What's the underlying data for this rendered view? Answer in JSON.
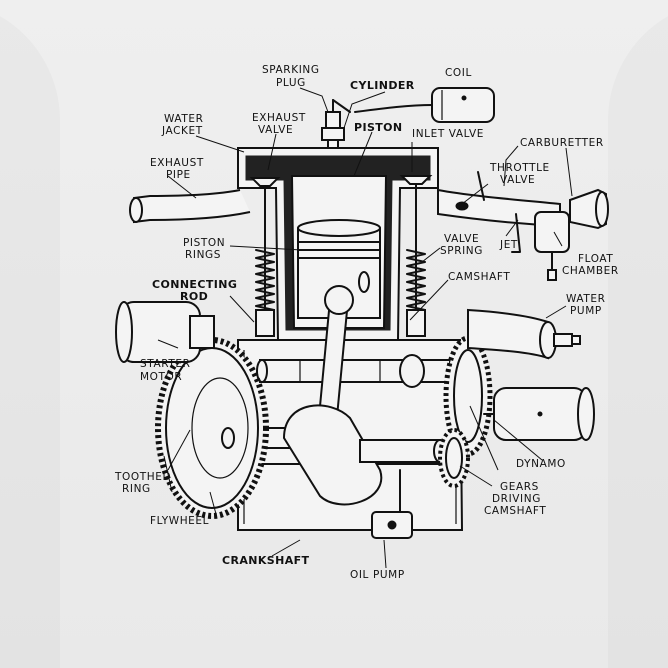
{
  "labels": {
    "sparking_plug": [
      "SPARKING",
      "PLUG"
    ],
    "cylinder": "CYLINDER",
    "coil": "COIL",
    "water_jacket": [
      "WATER",
      "JACKET"
    ],
    "exhaust_valve": [
      "EXHAUST",
      "VALVE"
    ],
    "piston": "PISTON",
    "inlet_valve": "INLET  VALVE",
    "carburetter": "CARBURETTER",
    "exhaust_pipe": [
      "EXHAUST",
      "PIPE"
    ],
    "throttle_valve": [
      "THROTTLE",
      "VALVE"
    ],
    "piston_rings": [
      "PISTON",
      "RINGS"
    ],
    "valve_spring": [
      "VALVE",
      "SPRING"
    ],
    "jet": "JET",
    "float_chamber": [
      "FLOAT",
      "CHAMBER"
    ],
    "connecting_rod": [
      "CONNECTING",
      "ROD"
    ],
    "camshaft": "CAMSHAFT",
    "water_pump": [
      "WATER",
      "PUMP"
    ],
    "starter_motor": [
      "STARTER",
      "MOTOR"
    ],
    "toothed_ring": [
      "TOOTHED",
      "RING"
    ],
    "dynamo": "DYNAMO",
    "gears_driving_camshaft": [
      "GEARS",
      "DRIVING",
      "CAMSHAFT"
    ],
    "flywheel": "FLYWHEEL",
    "crankshaft": "CRANKSHAFT",
    "oil_pump": "OIL  PUMP"
  }
}
